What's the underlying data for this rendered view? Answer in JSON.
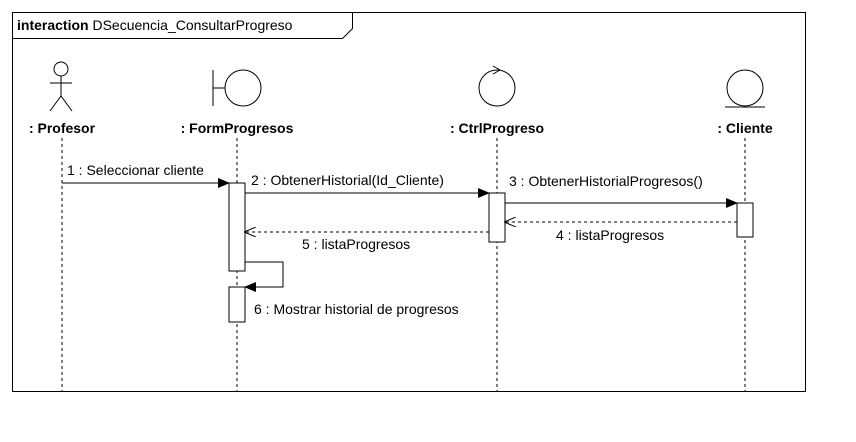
{
  "frame": {
    "keyword": "interaction",
    "name": "DSecuencia_ConsultarProgreso"
  },
  "lifelines": [
    {
      "id": "profesor",
      "label": ": Profesor",
      "icon": "actor-icon"
    },
    {
      "id": "form",
      "label": ": FormProgresos",
      "icon": "boundary-icon"
    },
    {
      "id": "ctrl",
      "label": ": CtrlProgreso",
      "icon": "control-icon"
    },
    {
      "id": "cliente",
      "label": ": Cliente",
      "icon": "entity-icon"
    }
  ],
  "messages": [
    {
      "label": "1 : Seleccionar cliente",
      "from": "profesor",
      "to": "form",
      "kind": "sync"
    },
    {
      "label": "2 : ObtenerHistorial(Id_Cliente)",
      "from": "form",
      "to": "ctrl",
      "kind": "sync"
    },
    {
      "label": "3 : ObtenerHistorialProgresos()",
      "from": "ctrl",
      "to": "cliente",
      "kind": "sync"
    },
    {
      "label": "4 : listaProgresos",
      "from": "cliente",
      "to": "ctrl",
      "kind": "reply"
    },
    {
      "label": "5 : listaProgresos",
      "from": "ctrl",
      "to": "form",
      "kind": "reply"
    },
    {
      "label": "6 : Mostrar historial de progresos",
      "from": "form",
      "to": "form",
      "kind": "self"
    }
  ]
}
